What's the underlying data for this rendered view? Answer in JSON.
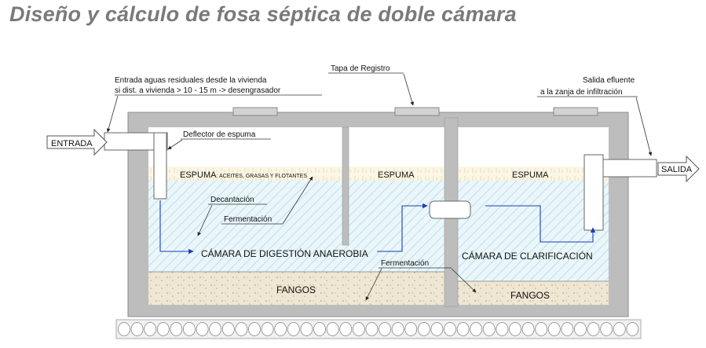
{
  "title": "Diseño y cálculo de fosa séptica de doble cámara",
  "labels": {
    "entrada": "ENTRADA",
    "salida": "SALIDA",
    "inlet_note_1": "Entrada aguas residuales desde la vivienda",
    "inlet_note_2": "si dist. a vivienda > 10 - 15 m -> desengrasador",
    "tapa": "Tapa de Registro",
    "outlet_note_1": "Salida efluente",
    "outlet_note_2": "a la zanja de infiltración",
    "deflector": "Deflector de espuma",
    "espuma_main": "ESPUMA",
    "espuma_detail": ": ACEITES, GRASAS Y FLOTANTES",
    "espuma_2": "ESPUMA",
    "espuma_3": "ESPUMA",
    "decantacion": "Decantación",
    "fermentacion_1": "Fermentación",
    "fermentacion_2": "Fermentación",
    "camara_digestion": "CÁMARA DE DIGESTIÓN ANAEROBIA",
    "camara_clarificacion": "CÁMARA DE CLARIFICACIÓN",
    "fangos_1": "FANGOS",
    "fangos_2": "FANGOS"
  },
  "colors": {
    "title": "#7a7a7a",
    "concrete": "#bdbdbd",
    "water": "#eaf6fa",
    "hatch": "#b8dbe6",
    "foam": "#fbf6e6",
    "sludge": "#efe7d3",
    "flow_arrow": "#1b3fb5"
  }
}
